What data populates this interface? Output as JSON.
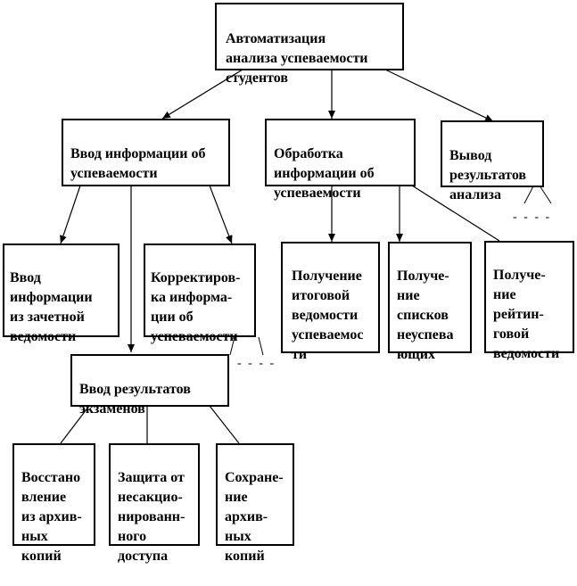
{
  "diagram": {
    "root": {
      "label": "Автоматизация\nанализа успеваемости\nстудентов"
    },
    "level1": {
      "input": {
        "label": "Ввод информации об\nуспеваемости"
      },
      "processing": {
        "label": "Обработка\nинформации об\nуспеваемости"
      },
      "output": {
        "label": "Вывод\nрезультатов\nанализа"
      }
    },
    "level2": {
      "input_record": {
        "label": "Ввод\nинформации\nиз зачетной\nведомости"
      },
      "correction": {
        "label": "Корректиров-\nка информа-\nции об\nуспеваемости"
      },
      "final_sheet": {
        "label": "Получение\nитоговой\nведомости\nуспеваемос\nти"
      },
      "failing_lists": {
        "label": "Получе-\nние\nсписков\nнеуспева\nющих"
      },
      "rating_sheet": {
        "label": "Получе-\nние\nрейтин-\nговой\nведомости"
      }
    },
    "exams": {
      "label": "Ввод результатов\nэкзаменов"
    },
    "level3": {
      "restore": {
        "label": "Восстано\nвление\nиз архив-\nных\nкопий"
      },
      "protect": {
        "label": "Защита от\nнесакцио-\nнированн-\nного\nдоступа"
      },
      "save": {
        "label": "Сохране-\nние\nархив-\nных\nкопий"
      }
    },
    "ellipsis": "- - - -"
  }
}
